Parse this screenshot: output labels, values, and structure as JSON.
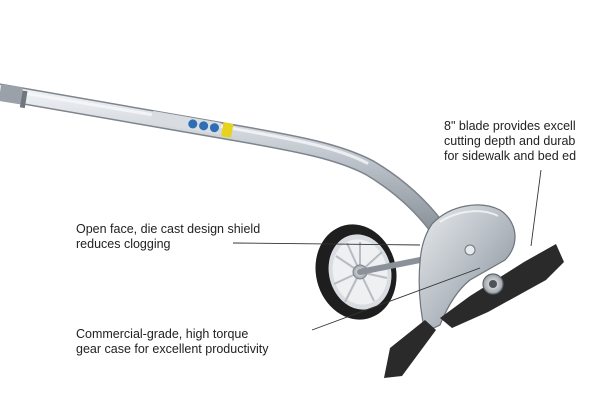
{
  "callouts": {
    "blade": {
      "lines": [
        "8\" blade provides excell",
        "cutting depth and durab",
        "for sidewalk and bed ed"
      ]
    },
    "shield": {
      "lines": [
        "Open face, die cast design shield",
        "reduces clogging"
      ]
    },
    "gear_case": {
      "lines": [
        "Commercial-grade, high torque",
        "gear case for excellent productivity"
      ]
    }
  },
  "colors": {
    "background": "#ffffff",
    "text": "#222222",
    "shaft": "#b9bfc6",
    "blade": "#2a2a2a",
    "wheel_tire": "#1e1e1e",
    "decal_blue": "#2f6db5",
    "decal_yellow": "#e7d21c"
  },
  "icons": [
    "shaft",
    "edger-wheel",
    "edger-guard",
    "edger-blade",
    "warning-decals"
  ]
}
